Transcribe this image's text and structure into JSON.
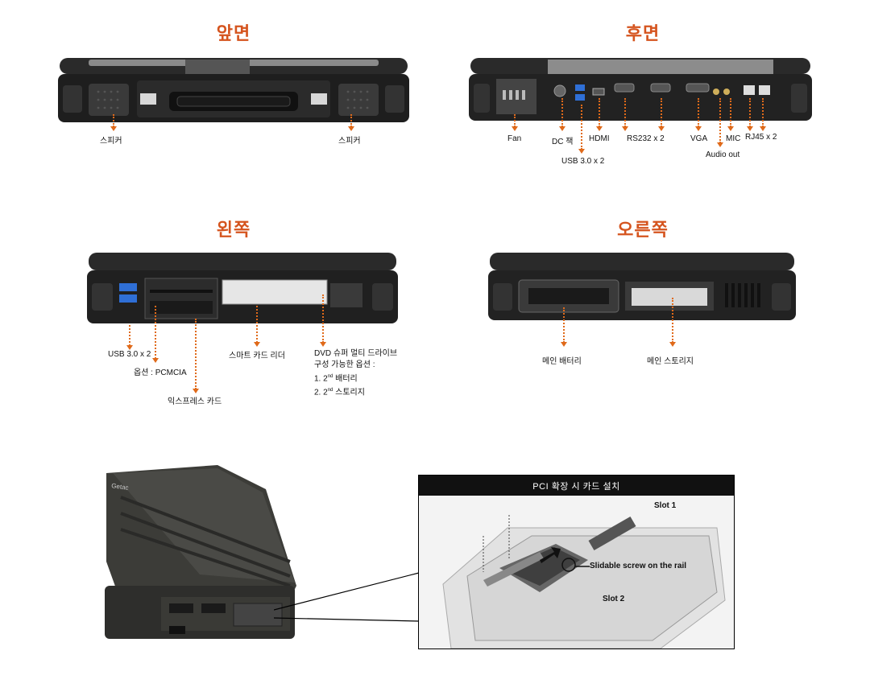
{
  "sections": {
    "front": {
      "title": "앞면",
      "labels": {
        "speaker_left": "스피커",
        "speaker_right": "스피커"
      }
    },
    "rear": {
      "title": "후면",
      "labels": {
        "fan": "Fan",
        "dc": "DC 잭",
        "usb": "USB 3.0 x 2",
        "hdmi": "HDMI",
        "rs232": "RS232 x 2",
        "vga": "VGA",
        "audio": "Audio out",
        "mic": "MIC",
        "rj45": "RJ45 x 2"
      }
    },
    "left": {
      "title": "왼쪽",
      "labels": {
        "usb": "USB 3.0 x 2",
        "pcmcia": "옵션 : PCMCIA",
        "express": "익스프레스 카드",
        "smartcard": "스마트 카드 리더",
        "dvd_line1": "DVD 슈퍼 멀티 드라이브",
        "dvd_line2": "구성 가능한 옵션 :",
        "dvd_line3_prefix": "1. 2",
        "dvd_line3_sup": "nd",
        "dvd_line3_suffix": " 배터리",
        "dvd_line4_prefix": "2. 2",
        "dvd_line4_sup": "nd",
        "dvd_line4_suffix": " 스토리지"
      }
    },
    "right": {
      "title": "오른쪽",
      "labels": {
        "battery": "메인 배터리",
        "storage": "메인 스토리지"
      }
    }
  },
  "pci": {
    "header": "PCI 확장 시 카드 설치",
    "slot1": "Slot 1",
    "slot2": "Slot 2",
    "screw": "Slidable screw on the rail"
  },
  "laptop_logo": "Getac",
  "colors": {
    "accent": "#d5541e",
    "arrow": "#e06a1a"
  }
}
